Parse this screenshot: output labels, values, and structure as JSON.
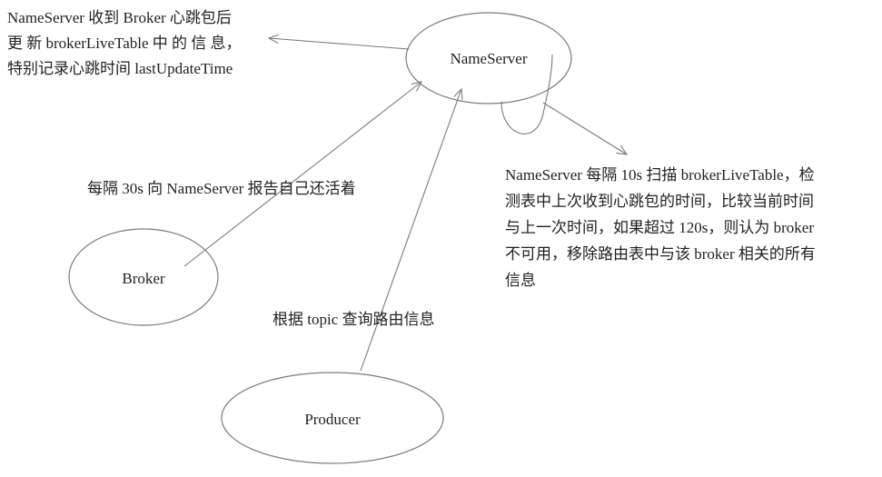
{
  "nodes": {
    "nameserver": "NameServer",
    "broker": "Broker",
    "producer": "Producer"
  },
  "annotations": {
    "nameserver_update": [
      "NameServer 收到 Broker 心跳包后",
      "更 新 brokerLiveTable 中 的 信 息，",
      "特别记录心跳时间 lastUpdateTime"
    ],
    "heartbeat": "每隔 30s 向 NameServer 报告自己还活着",
    "scan": [
      "NameServer 每隔 10s 扫描 brokerLiveTable，检",
      "测表中上次收到心跳包的时间，比较当前时间",
      "与上一次时间，如果超过 120s，则认为 broker",
      "不可用，移除路由表中与该 broker 相关的所有",
      "信息"
    ],
    "route_query": "根据 topic 查询路由信息"
  },
  "colors": {
    "stroke": "#7b7b7b",
    "text": "#222222"
  }
}
